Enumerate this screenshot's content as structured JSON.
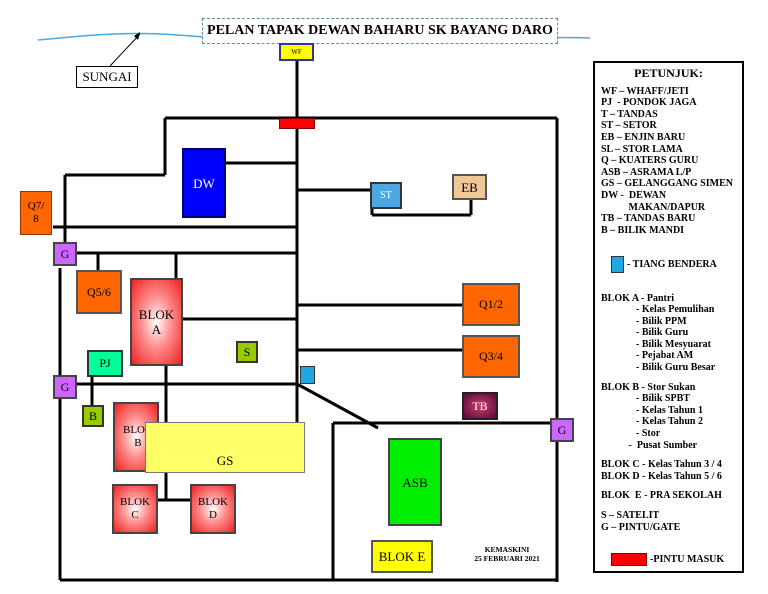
{
  "title": "PELAN TAPAK DEWAN BAHARU SK BAYANG DARO",
  "sungai": "SUNGAI",
  "blocks": {
    "wf": "WF",
    "dw": "DW",
    "st": "ST",
    "eb": "EB",
    "q78": "Q7/\n8",
    "g1": "G",
    "q56": "Q5/6",
    "bloka": "BLOK\nA",
    "q12": "Q1/2",
    "s": "S",
    "pj": "PJ",
    "q34": "Q3/4",
    "g2": "G",
    "b": "B",
    "tb": "TB",
    "g3": "G",
    "blokb": "BLOK\nB",
    "gs": "GS",
    "asb": "ASB",
    "blokc": "BLOK\nC",
    "blokd": "BLOK\nD",
    "bloke": "BLOK E"
  },
  "colors": {
    "wf": "#ffff00",
    "gate": "#ff0000",
    "dw": "#0000ff",
    "st": "#4aa8e6",
    "eb": "#f0c898",
    "q": "#ff6600",
    "g": "#cc66ff",
    "blok": "#ee2222",
    "s": "#99cc00",
    "pj": "#00ff99",
    "flag": "#1ea8e0",
    "tb": "#5a0a3a",
    "gs": "#ffff66",
    "asb": "#00ee00",
    "bloke": "#ffff00"
  },
  "legend": {
    "heading": "PETUNJUK:",
    "items": [
      "WF – WHAFF/JETI",
      "PJ  - PONDOK JAGA",
      "T – TANDAS",
      "ST – SETOR",
      "EB – ENJIN BARU",
      "SL – STOR LAMA",
      "Q – KUATERS GURU",
      "ASB – ASRAMA L/P",
      "GS – GELANGGANG SIMEN",
      "DW -  DEWAN",
      "           MAKAN/DAPUR",
      "TB – TANDAS BARU",
      "B – BILIK MANDI"
    ],
    "flag_label": "- TIANG BENDERA",
    "blok_a": [
      "BLOK A - Pantri",
      "              - Kelas Pemulihan",
      "              - Bilik PPM",
      "              - Bilik Guru",
      "              - Bilik Mesyuarat",
      "              - Pejabat AM",
      "              - Bilik Guru Besar"
    ],
    "blok_b": [
      "BLOK B - Stor Sukan",
      "              - Bilik SPBT",
      "              - Kelas Tahun 1",
      "              - Kelas Tahun 2",
      "              - Stor",
      "           -  Pusat Sumber"
    ],
    "blok_cd": [
      "BLOK C - Kelas Tahun 3 / 4",
      "BLOK D - Kelas Tahun 5 / 6"
    ],
    "blok_e": "BLOK  E - PRA SEKOLAH",
    "s_g": [
      "S – SATELIT",
      "G – PINTU/GATE"
    ],
    "gate_label": "-PINTU MASUK"
  },
  "updated": {
    "line1": "KEMASKINI",
    "line2": "25 FEBRUARI 2021"
  }
}
